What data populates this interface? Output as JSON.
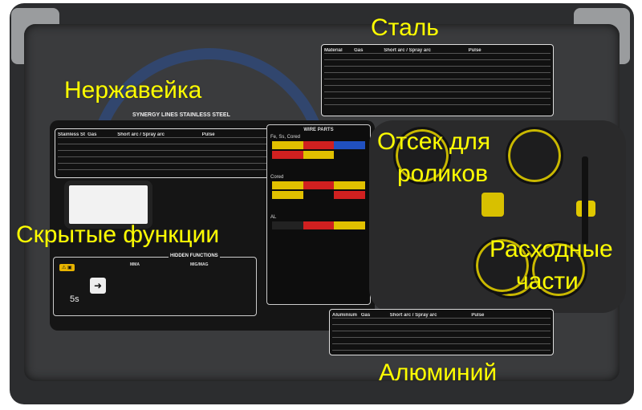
{
  "labels": {
    "steel": "Сталь",
    "stainless": "Нержавейка",
    "rollers_line1": "Отсек для",
    "rollers_line2": "роликов",
    "hidden": "Скрытые функции",
    "consumables_line1": "Расходные",
    "consumables_line2": "части",
    "aluminium": "Алюминий"
  },
  "panel": {
    "synergy_title": "SYNERGY LINES   STAINLESS STEEL",
    "wire_parts": "WIRE PARTS",
    "hidden_title": "HIDDEN FUNCTIONS",
    "hidden_col1": "MMA",
    "hidden_col2": "MIG/MAG",
    "five_s": "5s",
    "steel_header": [
      "Material",
      "Gas",
      "Short arc / Spray arc",
      "Pulse"
    ],
    "stainless_header": [
      "Stainless Steel",
      "Gas",
      "Short arc / Spray arc",
      "Pulse"
    ],
    "alu_header": [
      "Aluminium",
      "Gas",
      "Short arc / Spray arc",
      "Pulse"
    ],
    "cored_label": "Fe, Ss, Cored",
    "cored": "Cored",
    "al": "AL"
  },
  "colors": {
    "label": "#ffff00",
    "swatch_yellow": "#e0c000",
    "swatch_red": "#d02020",
    "swatch_blue": "#2050c0"
  }
}
